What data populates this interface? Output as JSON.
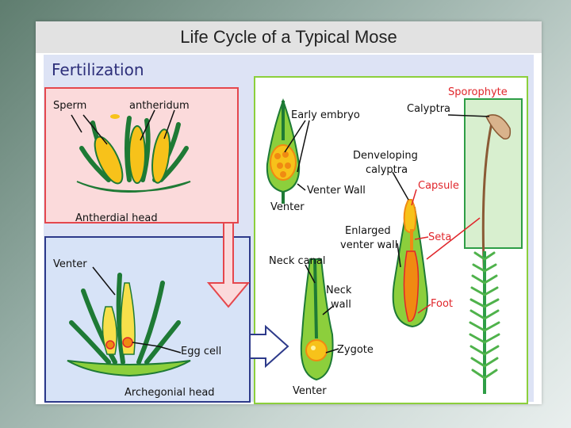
{
  "title": "Life Cycle of a Typical Mose",
  "section_heading": "Fertilization",
  "labels": {
    "sperm": "Sperm",
    "antheridum": "antheridum",
    "antherdial_head": "Antherdial head",
    "venter_left": "Venter",
    "egg_cell": "Egg cell",
    "archegonial_head": "Archegonial head",
    "early_embryo": "Early embryo",
    "venter_wall": "Venter Wall",
    "venter_top": "Venter",
    "neck_canal": "Neck canal",
    "neck_wall_1": "Neck",
    "neck_wall_2": "wall",
    "zygote": "Zygote",
    "venter_bottom": "Venter",
    "developing_calyptra_1": "Denveloping",
    "developing_calyptra_2": "calyptra",
    "enlarged_venter_wall_1": "Enlarged",
    "enlarged_venter_wall_2": "venter wall",
    "capsule": "Capsule",
    "seta": "Seta",
    "foot": "Foot",
    "sporophyte": "Sporophyte",
    "calyptra": "Calyptra"
  },
  "colors": {
    "dark_green": "#1e7a35",
    "light_green": "#8ccf3c",
    "yellow": "#f7c21a",
    "orange": "#f08a12",
    "red_label": "#e0262b",
    "pink_panel": "#fbdadb",
    "blue_panel": "#d7e3f7",
    "green_panel": "#d8efcf"
  }
}
